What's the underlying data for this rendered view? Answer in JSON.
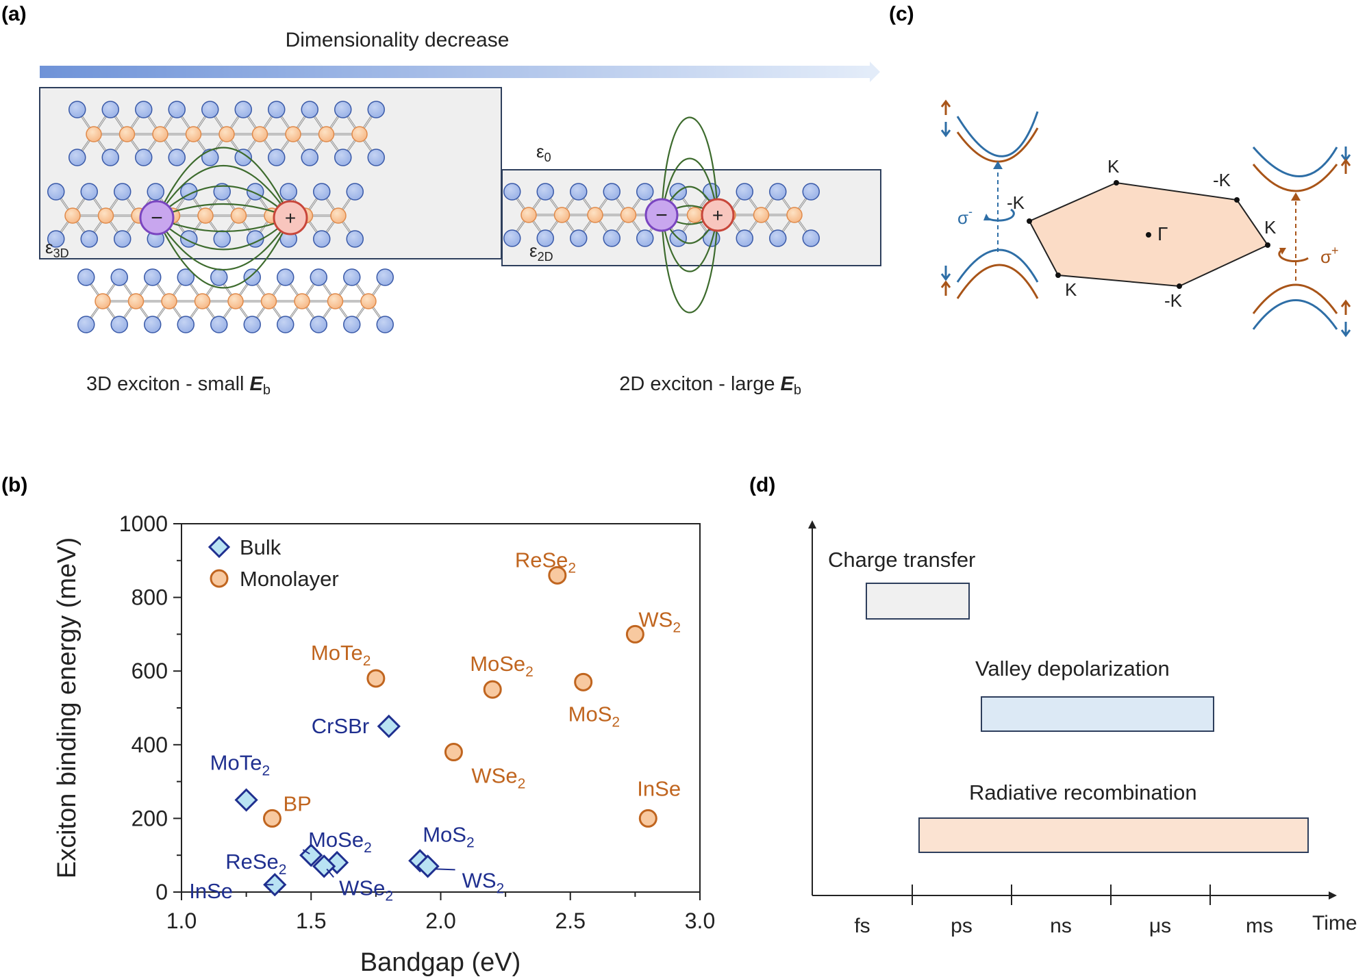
{
  "panels": {
    "a": {
      "letter": "(a)",
      "arrow_label": "Dimensionality decrease",
      "eps_3d": "ε",
      "eps_3d_sub": "3D",
      "eps_0": "ε",
      "eps_0_sub": "0",
      "eps_2d": "ε",
      "eps_2d_sub": "2D",
      "electron": "−",
      "hole": "+",
      "caption_3d_pre": "3D exciton - small ",
      "caption_2d_pre": "2D exciton - large ",
      "caption_E": "E",
      "caption_sub": "b"
    },
    "b": {
      "letter": "(b)"
    },
    "c": {
      "letter": "(c)",
      "gamma": "Γ",
      "vertex_labels": [
        "K",
        "-K",
        "K",
        "-K",
        "K",
        "-K"
      ],
      "sigma_minus": "σ",
      "sigma_minus_sup": "-",
      "sigma_plus": "σ",
      "sigma_plus_sup": "+"
    },
    "d": {
      "letter": "(d)",
      "x_label": "Time",
      "ticks": [
        "fs",
        "ps",
        "ns",
        "μs",
        "ms"
      ],
      "processes": [
        {
          "label": "Charge transfer",
          "color": "#f0f0f0"
        },
        {
          "label": "Valley depolarization",
          "color": "#dce9f5"
        },
        {
          "label": "Radiative recombination",
          "color": "#fbe3d2"
        }
      ]
    }
  },
  "chart_data": {
    "type": "scatter",
    "xlabel": "Bandgap (eV)",
    "ylabel": "Exciton binding energy (meV)",
    "xlim": [
      1.0,
      3.0
    ],
    "ylim": [
      0,
      1000
    ],
    "xticks": [
      "1.0",
      "1.5",
      "2.0",
      "2.5",
      "3.0"
    ],
    "yticks": [
      "0",
      "200",
      "400",
      "600",
      "800",
      "1000"
    ],
    "legend_position": "top-left",
    "series": [
      {
        "name": "Bulk",
        "marker": "diamond",
        "color": "#1f2f8f",
        "fill": "#b9e3f3",
        "points": [
          {
            "label": "CrSBr",
            "x": 1.8,
            "y": 450
          },
          {
            "label": "MoTe2",
            "x": 1.25,
            "y": 250
          },
          {
            "label": "ReSe2",
            "x": 1.5,
            "y": 100
          },
          {
            "label": "MoSe2",
            "x": 1.6,
            "y": 80
          },
          {
            "label": "WSe2",
            "x": 1.55,
            "y": 70
          },
          {
            "label": "InSe",
            "x": 1.36,
            "y": 20
          },
          {
            "label": "MoS2",
            "x": 1.92,
            "y": 85
          },
          {
            "label": "WS2",
            "x": 1.95,
            "y": 70
          }
        ]
      },
      {
        "name": "Monolayer",
        "marker": "circle",
        "color": "#c0651f",
        "fill": "#f8c9a0",
        "points": [
          {
            "label": "ReSe2",
            "x": 2.45,
            "y": 860
          },
          {
            "label": "WS2",
            "x": 2.75,
            "y": 700
          },
          {
            "label": "MoTe2",
            "x": 1.75,
            "y": 580
          },
          {
            "label": "MoSe2",
            "x": 2.2,
            "y": 550
          },
          {
            "label": "MoS2",
            "x": 2.55,
            "y": 570
          },
          {
            "label": "WSe2",
            "x": 2.05,
            "y": 380
          },
          {
            "label": "BP",
            "x": 1.35,
            "y": 200
          },
          {
            "label": "InSe",
            "x": 2.8,
            "y": 200
          }
        ]
      }
    ]
  }
}
